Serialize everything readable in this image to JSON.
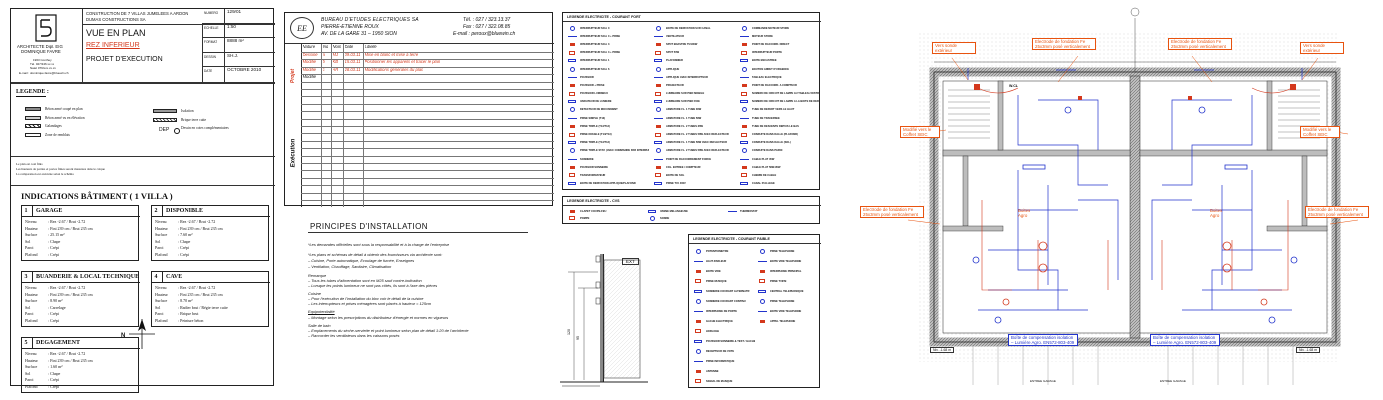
{
  "title_block": {
    "project": "CONSTRUCTION DE 7 VILLAS JUMELEES A ARDON",
    "client": "DUMAS CONSTRUCTIONS SA",
    "architect_name": "ARCHITECTE Dipl. EIG",
    "architect_person": "DOMINIQUE FAVRE",
    "architect_addr1": "1963 Conthey",
    "architect_addr2": "Tél. 027/346.xx.xx",
    "architect_addr3": "Natel 079/xxx.xx.xx",
    "architect_email": "E-mail : dominique.favre@bluewin.ch",
    "plan_title": "VUE EN PLAN",
    "level": "REZ INFERIEUR",
    "phase": "PROJET D'EXECUTION",
    "fields": [
      {
        "label": "NUMERO",
        "value": "129/01"
      },
      {
        "label": "ECHELLE",
        "value": "1:50"
      },
      {
        "label": "FORMAT",
        "value": "8888 m²"
      },
      {
        "label": "DESSIN",
        "value": "SH.J."
      },
      {
        "label": "DATE",
        "value": "OCTOBRE 2010"
      }
    ]
  },
  "legende": {
    "heading": "LEGENDE :",
    "left": [
      "Béton armé coupé en plan",
      "Béton armé vu en élévation",
      "Galandages",
      "Zone de remblais"
    ],
    "right": [
      "Isolation",
      "Brique terre cuite",
      "Dessin en cotes complémentaires"
    ],
    "dep": "DEP"
  },
  "notes": [
    "Le plan est coté finis",
    "Les hauteurs de parties et portes finies seront mesurées dans le calque",
    "La comparaison est exécutée selon le schéma"
  ],
  "indications": {
    "heading": "INDICATIONS BÂTIMENT ( 1 VILLA )",
    "rooms": [
      {
        "num": "1",
        "name": "GARAGE",
        "lines": [
          [
            "Niveau",
            ": Rez -2.67 / Brut -2.72"
          ],
          [
            "Hauteur",
            ": Fini 239 cm / Brut 235 cm"
          ],
          [
            "Surface",
            ": 25.15 m²"
          ],
          [
            "Sol",
            ": Chape"
          ],
          [
            "Paroi",
            ": Crépi"
          ],
          [
            "Plafond",
            ": Crépi"
          ]
        ]
      },
      {
        "num": "2",
        "name": "DISPONIBLE",
        "lines": [
          [
            "Niveau",
            ": Rez -2.67 / Brut -2.72"
          ],
          [
            "Hauteur",
            ": Fini 239 cm / Brut 235 cm"
          ],
          [
            "Surface",
            ": 7.60 m²"
          ],
          [
            "Sol",
            ": Chape"
          ],
          [
            "Paroi",
            ": Crépi"
          ],
          [
            "Plafond",
            ": Crépi"
          ]
        ]
      },
      {
        "num": "3",
        "name": "BUANDERIE & LOCAL TECHNIQUE",
        "lines": [
          [
            "Niveau",
            ": Rez -2.67 / Brut -2.72"
          ],
          [
            "Hauteur",
            ": Fini 239 cm / Brut 235 cm"
          ],
          [
            "Surface",
            ": 8.90 m²"
          ],
          [
            "Sol",
            ": Carrelage"
          ],
          [
            "Paroi",
            ": Crépi"
          ],
          [
            "Plafond",
            ": Crépi"
          ]
        ]
      },
      {
        "num": "4",
        "name": "CAVE",
        "lines": [
          [
            "Niveau",
            ": Rez -2.67 / Brut -2.72"
          ],
          [
            "Hauteur",
            ": Fini 235 cm / Brut 235 cm"
          ],
          [
            "Surface",
            ": 8.70 m²"
          ],
          [
            "Sol",
            ": Radier brut / Régie terre cuite"
          ],
          [
            "Paroi",
            ": Brique brut"
          ],
          [
            "Plafond",
            ": Peinture béton"
          ]
        ]
      },
      {
        "num": "5",
        "name": "DEGAGEMENT",
        "lines": [
          [
            "Niveau",
            ": Rez -2.67 / Brut -2.72"
          ],
          [
            "Hauteur",
            ": Fini 239 cm / Brut 235 cm"
          ],
          [
            "Surface",
            ": 1.60 m²"
          ],
          [
            "Sol",
            ": Chape"
          ],
          [
            "Paroi",
            ": Crépi"
          ],
          [
            "Plafond",
            ": Crépi"
          ]
        ]
      }
    ],
    "north": "N"
  },
  "bureau": {
    "logo": "EE",
    "name": "BUREAU D'ETUDES ELECTRIQUES SA",
    "person": "PIERRE-ETIENNE ROUX",
    "addr": "AV. DE LA GARE 31 – 1950 SION",
    "tel": "Tél. : 027 / 323.13.37",
    "fax": "Fax : 027 / 322.08.85",
    "email": "E-mail : peroux@bluewin.ch",
    "headers": [
      "Nature",
      "Ind",
      "Nom",
      "Date",
      "Libellé"
    ],
    "side_top": "Projet",
    "side_bottom": "Exécution",
    "rows": [
      {
        "nature": "Dessiné",
        "ind": "a",
        "nom": "MJ",
        "date": "09.03.11",
        "lib": "Mise en blanc et mise à terre",
        "color": "#d4381c"
      },
      {
        "nature": "Modifié",
        "ind": "b",
        "nom": "KB",
        "date": "15.03.11",
        "lib": "Positionner les appareils et tracer le plan",
        "color": "#d4381c"
      },
      {
        "nature": "Modifié",
        "ind": "c",
        "nom": "AR",
        "date": "28.03.11",
        "lib": "Modifications générales du plan",
        "color": "#d4381c"
      },
      {
        "nature": "Modifié",
        "ind": "",
        "nom": "",
        "date": "",
        "lib": "",
        "color": "#111"
      }
    ]
  },
  "principes": {
    "heading": "PRINCIPES D'INSTALLATION",
    "lines": [
      "*Les demandes officielles sont sous la responsabilité et à la charge de l'entreprise",
      "*Les plans et schémas de détail à obtenir des fournisseurs via architecte sont:",
      "   – Cuisine, Porte automatique, Ecoulage de fumée, Enseignes",
      "   – Ventilation, Chauffage, Sanitaire, Climatisation"
    ],
    "sections": [
      {
        "title": "Remarque",
        "items": [
          "– Tous les tubes d'alimentation sont en M25 sauf contre-indication",
          "– Lorsque les points lumineux ne sont pas côtés, ils sont à l'axe des pièces"
        ]
      },
      {
        "title": "Cuisine",
        "items": [
          "– Pour l'exécution de l'installation du bloc voir le détail de la cuisine",
          "– Les interrupteurs et prises ménagères sont placés à hauteur = 125cm"
        ]
      },
      {
        "title": "Equipotentialité",
        "items": [
          "– Montage selon les prescriptions du distributeur d'énergie et normes en vigueurs"
        ]
      },
      {
        "title": "Salle de bain",
        "items": [
          "– Emplacements du sèche-serviette et point lumineux selon plan de détail 1:20 de l'architecte",
          "– Raccorder les ventilateurs dans les caissons posés"
        ]
      }
    ]
  },
  "ext_detail": {
    "label": "EXT",
    "dim1": "120",
    "dim2": "95"
  },
  "legende_fort": {
    "heading": "LEGENDE ELECTRICITE - COURANT FORT",
    "col1": [
      "INTERRUPTEUR SCH. 0",
      "INTERRUPTEUR SCH. 0 + PRISE",
      "INTERRUPTEUR SCH. 3",
      "INTERRUPTEUR SCH. 3 + PRISE",
      "INTERRUPTEUR SCH. 1",
      "INTERRUPTEUR SCH. 6",
      "POUSSOIR",
      "POUSSOIR + PRISE",
      "POUSSOIR LUMINEUX",
      "VARIATEUR DE LUMIERE",
      "DETECTEUR DE MOUVEMENT",
      "PRISE SIMPLE (T13)",
      "PRISE TRIPLE (T13/T13)",
      "PRISE DOUBLE (T13/T13)",
      "PRISE TRIPLE (T13/T13)",
      "PRISE TRIPLE STAT. (AVEC COMMANDE PAR INTERRUPTEUR)",
      "SONNERIE",
      "POUSSOIR SONNERIE",
      "TRANSFORMATEUR",
      "BOITE DE DERIVATION APPLIQUE/PLAFOND"
    ],
    "col2": [
      "BOITE DE DERIVATION SUR CANAL",
      "VENTILATEUR",
      "SPOT ENASTRE 75/100W",
      "SPOT 50W",
      "PLAFONNIER",
      "APPLIQUE",
      "APPLIQUE AVEC INTERRUPTEUR",
      "PROJECTEUR",
      "LUMINAIRE SUR PIED MOBILE",
      "LUMINAIRE SUR PIED FIXE",
      "ARMATURE FL. 1 TUBE 36W",
      "ARMATURE FL. 1 TUBE 58W",
      "ARMATURE FL. 2 TUBES 36W",
      "ARMATURE FL. 2 TUBES 58W AVEC REFLECTEUR",
      "ARMATURE FL. 1 TUBE 58W AVEC REFLECTEUR",
      "ARMATURE FL. 2 TUBES 58W AVEC REFLECTEUR",
      "POINT DE RACCORDEMENT FORCE",
      "COL. ENTREE / COMPTEUR",
      "BOITE DE SOL",
      "PRISE T15 400V"
    ],
    "col3": [
      "COMMANDE MOTEUR STORE",
      "MOTEUR STORE",
      "POINT DE RACCORD. DIRECT",
      "INTERRUPTEUR PORTE",
      "BOITE ENCASTREE",
      "BOUTON ARRET D'URGENCE",
      "TABLEAU ELECTRIQUE",
      "POINT DE RACCORD. A COMPTEUR",
      "NUMERO DE CIRCUIT DE LAMPE AU TABLEAU DISTRIBUTEUR",
      "NUMERO DE CIRCUIT DE LAMPE A LA BOITE DE DERIVATION",
      "TUBE DE DEPART VERS LE HAUT",
      "TUBE DE TRAVERSEE",
      "TUBE DE DESCENTE DEPUIS LE BAS",
      "CONDUITE DANS DALLE (PLAFOND)",
      "CONDUITE DANS DALLE (SOL)",
      "CONDUITE DANS PAROI",
      "CABLE PLAT 45W",
      "CABLE PLAT 58W-95W",
      "CHEMIN DE CABLE",
      "CANAL D'ALLEGE"
    ]
  },
  "legende_cvs": {
    "heading": "LEGENDE ELECTRICITE - CVS",
    "items": [
      "CLAPET COUPE-FEU",
      "POMPE",
      "VANNE MELANGEUSE",
      "SONDE",
      "THERMOSTAT"
    ]
  },
  "legende_faible": {
    "heading": "LEGENDE ELECTRICITE - COURANT FAIBLE",
    "col1": [
      "POTENTIOMETRE",
      "HAUT-PARLEUR",
      "BOITE VIDE",
      "PRISE MUSIQUE",
      "SONNERIE COURANT ALTERNATIF",
      "SONNERIE COURANT CONTINU",
      "INTERPHONE DE PORTE",
      "GACHE ELECTRIQUE",
      "HORLOGE",
      "POUSSOIR SONNERIE & TEST / GACHE",
      "RECEPTEUR DE VOTE",
      "PRISE INFORMATIQUE",
      "ANTENNE",
      "SIGNAL DE MANQUE"
    ],
    "col2": [
      "PRISE TELEPHONE",
      "BOITE VIDE TELEPHONE",
      "INTERPHONE PRINCIPAL",
      "PRISE TV/FM",
      "CENTRAL TELEPHONIQUE",
      "PRISE TELEPHONE",
      "BOITE VIDE TELEPHONE",
      "APPEL TELEPHONE"
    ]
  },
  "plan": {
    "annotations": {
      "vers_sonde": "Vers sonde extérieur",
      "vers_sonde_r": "Vers sonde extérieur",
      "electrode1": "Electrode de fondation Fe 25x3mm posé verticalement",
      "electrode2": "Electrode de fondation Fe 25x3mm posé verticalement",
      "electrode3": "Electrode de fondation Fe 25x3mm posé verticalement",
      "electrode4": "Electrode de fondation Fe 25x3mm posé verticalement",
      "modifie1": "Modifié vers le Coffret SEIC",
      "modifie2": "Modifié vers le Coffret SEIC",
      "boites1": "Boites Agro",
      "boites2": "Boites Agro",
      "boite_comp1": "Boîte de compensation isolation – Lumière Agro. EN572-803-409",
      "boite_comp2": "Boîte de compensation isolation – Lumière Agro. EN572-803-409",
      "level_left": "Niv. -1.68 m",
      "level_right": "Niv. -1.68 m",
      "entree1": "ENTREE GARAGE",
      "entree2": "ENTREE GARAGE",
      "wcl": "W.CL"
    }
  },
  "colors": {
    "orange": "#e8530f",
    "red": "#d4381c",
    "blue": "#2233cc",
    "wall": "#3a3a3a"
  }
}
